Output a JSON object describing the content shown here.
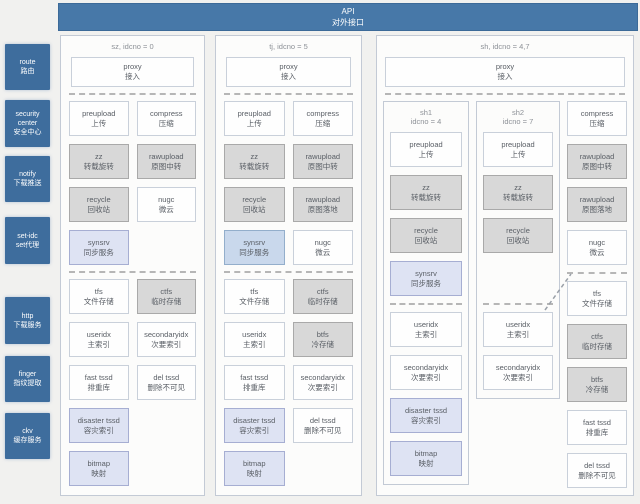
{
  "header": {
    "title_en": "API",
    "title_zh": "对外接口"
  },
  "sidebar": {
    "items": [
      {
        "en": "route",
        "zh": "路由"
      },
      {
        "en": "security center",
        "zh": "安全中心"
      },
      {
        "en": "notify",
        "zh": "下载推送"
      },
      {
        "en": "set-idc",
        "zh": "set代理"
      },
      {
        "en": "http",
        "zh": "下载服务"
      },
      {
        "en": "finger",
        "zh": "指纹提取"
      },
      {
        "en": "ckv",
        "zh": "缓存服务"
      }
    ]
  },
  "colors": {
    "header_blue": "#4778a8",
    "sidebar_blue": "#3e6d9d",
    "cell_white": "#fefefe",
    "cell_gray": "#d8d8d8",
    "cell_lavender": "#dee3f3",
    "cell_blue": "#c9d8ec",
    "page_background": "#f1f1ef"
  },
  "panels": {
    "sz": {
      "title": "sz, idcno = 0",
      "proxy": {
        "en": "proxy",
        "zh": "接入"
      },
      "section1": [
        {
          "en": "preupload",
          "zh": "上传",
          "variant": "white"
        },
        {
          "en": "compress",
          "zh": "压缩",
          "variant": "white"
        },
        {
          "en": "zz",
          "zh": "转载旋转",
          "variant": "gray"
        },
        {
          "en": "rawupload",
          "zh": "原图中转",
          "variant": "gray"
        },
        {
          "en": "recycle",
          "zh": "回收站",
          "variant": "gray"
        },
        {
          "en": "nugc",
          "zh": "微云",
          "variant": "white"
        },
        {
          "en": "synsrv",
          "zh": "同步服务",
          "variant": "lavender"
        },
        {
          "variant": "empty"
        }
      ],
      "section2": [
        {
          "en": "tfs",
          "zh": "文件存储",
          "variant": "white"
        },
        {
          "en": "ctfs",
          "zh": "临时存储",
          "variant": "gray"
        },
        {
          "en": "useridx",
          "zh": "主索引",
          "variant": "white"
        },
        {
          "en": "secondaryidx",
          "zh": "次要索引",
          "variant": "white"
        },
        {
          "en": "fast tssd",
          "zh": "排重库",
          "variant": "white"
        },
        {
          "en": "del tssd",
          "zh": "删除不可见",
          "variant": "white"
        },
        {
          "en": "disaster tssd",
          "zh": "容灾索引",
          "variant": "lavender"
        },
        {
          "variant": "empty"
        },
        {
          "en": "bitmap",
          "zh": "映射",
          "variant": "lavender"
        },
        {
          "variant": "empty"
        }
      ]
    },
    "tj": {
      "title": "tj, idcno = 5",
      "proxy": {
        "en": "proxy",
        "zh": "接入"
      },
      "section1": [
        {
          "en": "preupload",
          "zh": "上传",
          "variant": "white"
        },
        {
          "en": "compress",
          "zh": "压缩",
          "variant": "white"
        },
        {
          "en": "zz",
          "zh": "转载旋转",
          "variant": "gray"
        },
        {
          "en": "rawupload",
          "zh": "原图中转",
          "variant": "gray"
        },
        {
          "en": "recycle",
          "zh": "回收站",
          "variant": "gray"
        },
        {
          "en": "rawupload",
          "zh": "原图落地",
          "variant": "gray"
        },
        {
          "en": "synsrv",
          "zh": "同步服务",
          "variant": "blue"
        },
        {
          "en": "nugc",
          "zh": "微云",
          "variant": "white"
        }
      ],
      "section2": [
        {
          "en": "tfs",
          "zh": "文件存储",
          "variant": "white"
        },
        {
          "en": "ctfs",
          "zh": "临时存储",
          "variant": "gray"
        },
        {
          "en": "useridx",
          "zh": "主索引",
          "variant": "white"
        },
        {
          "en": "btfs",
          "zh": "冷存储",
          "variant": "gray"
        },
        {
          "en": "fast tssd",
          "zh": "排重库",
          "variant": "white"
        },
        {
          "en": "secondaryidx",
          "zh": "次要索引",
          "variant": "white"
        },
        {
          "en": "disaster tssd",
          "zh": "容灾索引",
          "variant": "lavender"
        },
        {
          "en": "del tssd",
          "zh": "删除不可见",
          "variant": "white"
        },
        {
          "en": "bitmap",
          "zh": "映射",
          "variant": "lavender"
        },
        {
          "variant": "empty"
        }
      ]
    },
    "sh": {
      "title": "sh, idcno = 4,7",
      "proxy": {
        "en": "proxy",
        "zh": "接入"
      },
      "sub1": {
        "title_en": "sh1",
        "title_idc": "idcno = 4",
        "section1": [
          {
            "en": "preupload",
            "zh": "上传",
            "variant": "white"
          },
          {
            "en": "zz",
            "zh": "转载旋转",
            "variant": "gray"
          },
          {
            "en": "recycle",
            "zh": "回收站",
            "variant": "gray"
          },
          {
            "en": "synsrv",
            "zh": "同步服务",
            "variant": "lavender"
          }
        ],
        "section2": [
          {
            "en": "useridx",
            "zh": "主索引",
            "variant": "white"
          },
          {
            "en": "secondaryidx",
            "zh": "次要索引",
            "variant": "white"
          },
          {
            "en": "disaster tssd",
            "zh": "容灾索引",
            "variant": "lavender"
          },
          {
            "en": "bitmap",
            "zh": "映射",
            "variant": "lavender"
          }
        ]
      },
      "sub2": {
        "title_en": "sh2",
        "title_idc": "idcno = 7",
        "section1": [
          {
            "en": "preupload",
            "zh": "上传",
            "variant": "white"
          },
          {
            "en": "zz",
            "zh": "转载旋转",
            "variant": "gray"
          },
          {
            "en": "recycle",
            "zh": "回收站",
            "variant": "gray"
          },
          {
            "variant": "empty"
          }
        ],
        "section2": [
          {
            "en": "useridx",
            "zh": "主索引",
            "variant": "white"
          },
          {
            "en": "secondaryidx",
            "zh": "次要索引",
            "variant": "white"
          }
        ]
      },
      "stack": {
        "section1": [
          {
            "en": "compress",
            "zh": "压缩",
            "variant": "white"
          },
          {
            "en": "rawupload",
            "zh": "原图中转",
            "variant": "gray"
          },
          {
            "en": "rawupload",
            "zh": "原图落地",
            "variant": "gray"
          },
          {
            "en": "nugc",
            "zh": "微云",
            "variant": "white"
          }
        ],
        "section2": [
          {
            "en": "tfs",
            "zh": "文件存储",
            "variant": "white"
          },
          {
            "en": "ctfs",
            "zh": "临时存储",
            "variant": "gray"
          },
          {
            "en": "btfs",
            "zh": "冷存储",
            "variant": "gray"
          },
          {
            "en": "fast tssd",
            "zh": "排重库",
            "variant": "white"
          },
          {
            "en": "del tssd",
            "zh": "删除不可见",
            "variant": "white"
          }
        ]
      }
    }
  }
}
